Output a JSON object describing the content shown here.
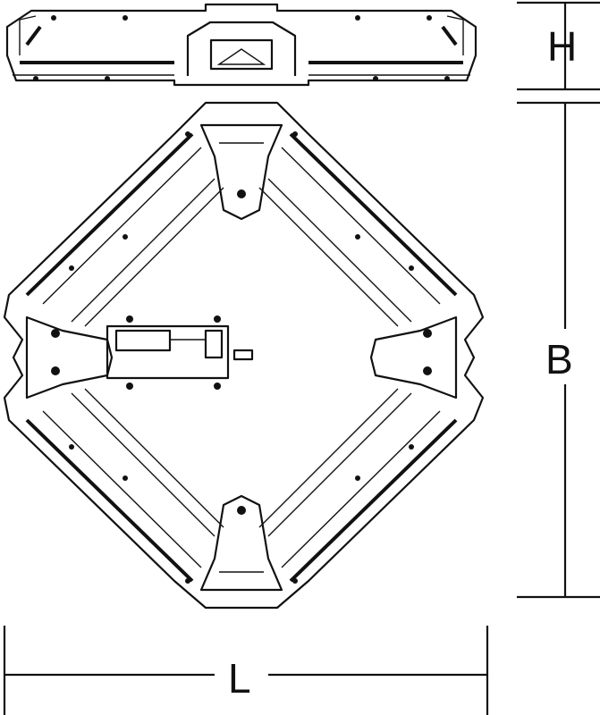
{
  "dimensions": {
    "height_label": "H",
    "depth_label": "B",
    "length_label": "L"
  },
  "colors": {
    "line": "#111111",
    "background": "#ffffff"
  }
}
